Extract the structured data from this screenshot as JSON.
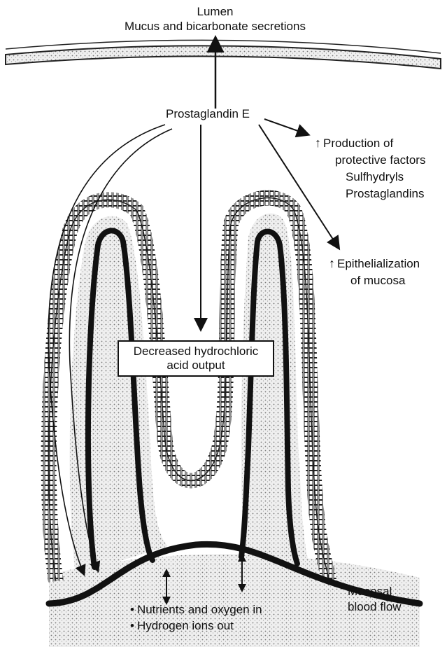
{
  "lumen": {
    "title": "Lumen",
    "secretions": "Mucus and bicarbonate secretions"
  },
  "prostaglandin": "Prostaglandin E",
  "production": {
    "line1": "Production of",
    "line2": "protective factors",
    "line3": "Sulfhydryls",
    "line4": "Prostaglandins"
  },
  "epithelial": {
    "line1": "Epithelialization",
    "line2": "of mucosa"
  },
  "acid_box": {
    "line1": "Decreased hydrochloric",
    "line2": "acid output"
  },
  "blood_flow": {
    "line1": "Mucosal",
    "line2": "blood flow"
  },
  "exchange": {
    "nutrients": "Nutrients and oxygen in",
    "hydrogen": "Hydrogen ions out"
  },
  "colors": {
    "ink": "#111111",
    "stipple": "#8a8a8a",
    "tissue": "#e6e6e6"
  }
}
